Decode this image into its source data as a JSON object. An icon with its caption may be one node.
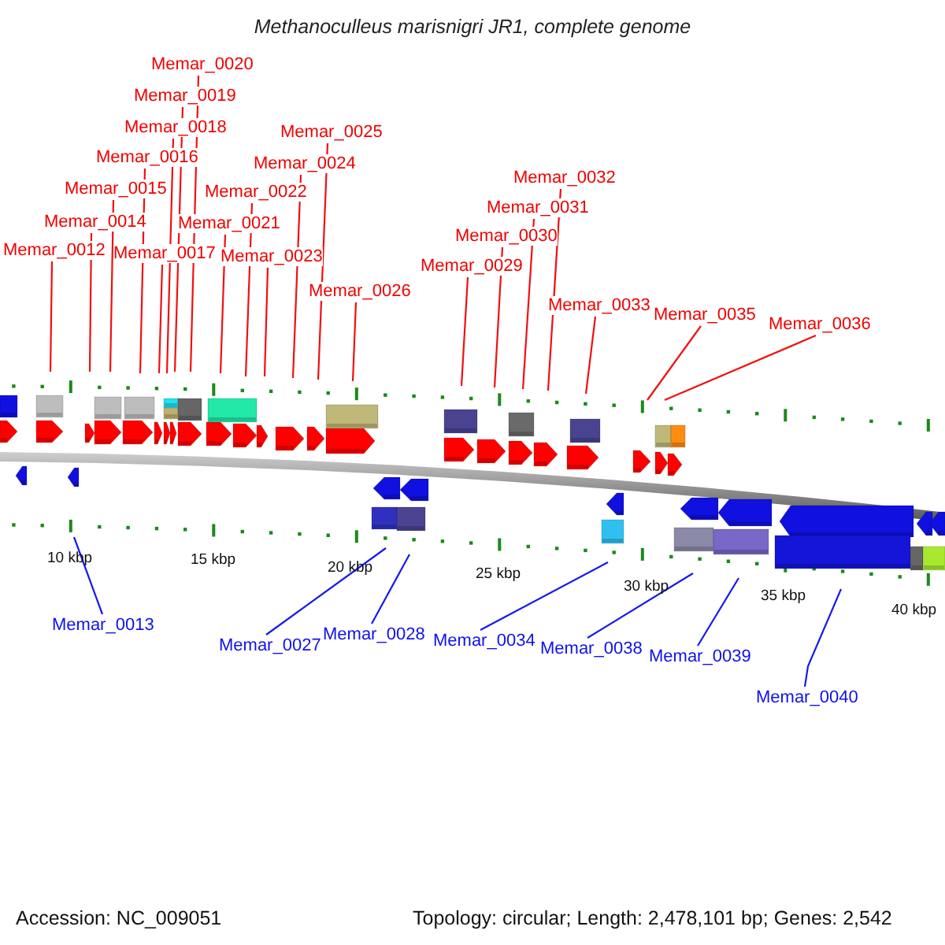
{
  "diagram": {
    "title": "Methanoculleus marisnigri JR1, complete genome",
    "nodes": [
      {
        "text": [
          "Memar_0012"
        ]
      },
      {
        "text": [
          "Memar_0014"
        ]
      },
      {
        "text": [
          "Memar_0015"
        ]
      },
      {
        "text": [
          "Memar_0016"
        ]
      },
      {
        "text": [
          "Memar_0017"
        ]
      },
      {
        "text": [
          "Memar_0018"
        ]
      },
      {
        "text": [
          "Memar_0019"
        ]
      },
      {
        "text": [
          "Memar_0020"
        ]
      },
      {
        "text": [
          "Memar_0021"
        ]
      },
      {
        "text": [
          "Memar_0022"
        ]
      },
      {
        "text": [
          "Memar_0023"
        ]
      },
      {
        "text": [
          "Memar_0024"
        ]
      },
      {
        "text": [
          "Memar_0025"
        ]
      },
      {
        "text": [
          "Memar_0026"
        ]
      },
      {
        "text": [
          "Memar_0029"
        ]
      },
      {
        "text": [
          "Memar_0030"
        ]
      },
      {
        "text": [
          "Memar_0031"
        ]
      },
      {
        "text": [
          "Memar_0032"
        ]
      },
      {
        "text": [
          "Memar_0033"
        ]
      },
      {
        "text": [
          "Memar_0035"
        ]
      },
      {
        "text": [
          "Memar_0036"
        ]
      },
      {
        "text": [
          "Memar_0013"
        ]
      },
      {
        "text": [
          "Memar_0027"
        ]
      },
      {
        "text": [
          "Memar_0028"
        ]
      },
      {
        "text": [
          "Memar_0034"
        ]
      },
      {
        "text": [
          "Memar_0038"
        ]
      },
      {
        "text": [
          "Memar_0039"
        ]
      },
      {
        "text": [
          "Memar_0040"
        ]
      }
    ],
    "edges": [
      {
        "from": 0,
        "to": null,
        "arrow": "none"
      },
      {
        "from": 1,
        "to": null,
        "arrow": "none"
      },
      {
        "from": 2,
        "to": null,
        "arrow": "none"
      },
      {
        "from": 3,
        "to": null,
        "arrow": "none"
      },
      {
        "from": 4,
        "to": null,
        "arrow": "none"
      },
      {
        "from": 5,
        "to": null,
        "arrow": "none"
      },
      {
        "from": 6,
        "to": null,
        "arrow": "none"
      },
      {
        "from": 7,
        "to": null,
        "arrow": "none"
      },
      {
        "from": 8,
        "to": null,
        "arrow": "none"
      },
      {
        "from": 9,
        "to": null,
        "arrow": "none"
      },
      {
        "from": 10,
        "to": null,
        "arrow": "none"
      },
      {
        "from": 11,
        "to": null,
        "arrow": "none"
      },
      {
        "from": 12,
        "to": null,
        "arrow": "none"
      },
      {
        "from": 13,
        "to": null,
        "arrow": "none"
      },
      {
        "from": 14,
        "to": null,
        "arrow": "none"
      },
      {
        "from": 15,
        "to": null,
        "arrow": "none"
      },
      {
        "from": 16,
        "to": null,
        "arrow": "none"
      },
      {
        "from": 17,
        "to": null,
        "arrow": "none"
      },
      {
        "from": 18,
        "to": null,
        "arrow": "none"
      },
      {
        "from": 19,
        "to": null,
        "arrow": "none"
      },
      {
        "from": 20,
        "to": null,
        "arrow": "none"
      },
      {
        "from": 21,
        "to": null,
        "arrow": "none",
        "color": "#1818f0"
      },
      {
        "from": 22,
        "to": null,
        "arrow": "none",
        "color": "#1818f0"
      },
      {
        "from": 23,
        "to": null,
        "arrow": "none",
        "color": "#1818f0"
      },
      {
        "from": 24,
        "to": null,
        "arrow": "none",
        "color": "#1818f0"
      },
      {
        "from": 25,
        "to": null,
        "arrow": "none",
        "color": "#1818f0"
      },
      {
        "from": 26,
        "to": null,
        "arrow": "none",
        "color": "#1818f0"
      },
      {
        "from": 27,
        "to": null,
        "arrow": "none",
        "color": "#1818f0"
      }
    ],
    "labels": [
      "10 kbp",
      "15 kbp",
      "20 kbp",
      "25 kbp",
      "30 kbp",
      "35 kbp",
      "40 kbp",
      "Accession: NC_009051",
      "Topology: circular; Length: 2,478,101 bp; Genes: 2,542"
    ]
  }
}
